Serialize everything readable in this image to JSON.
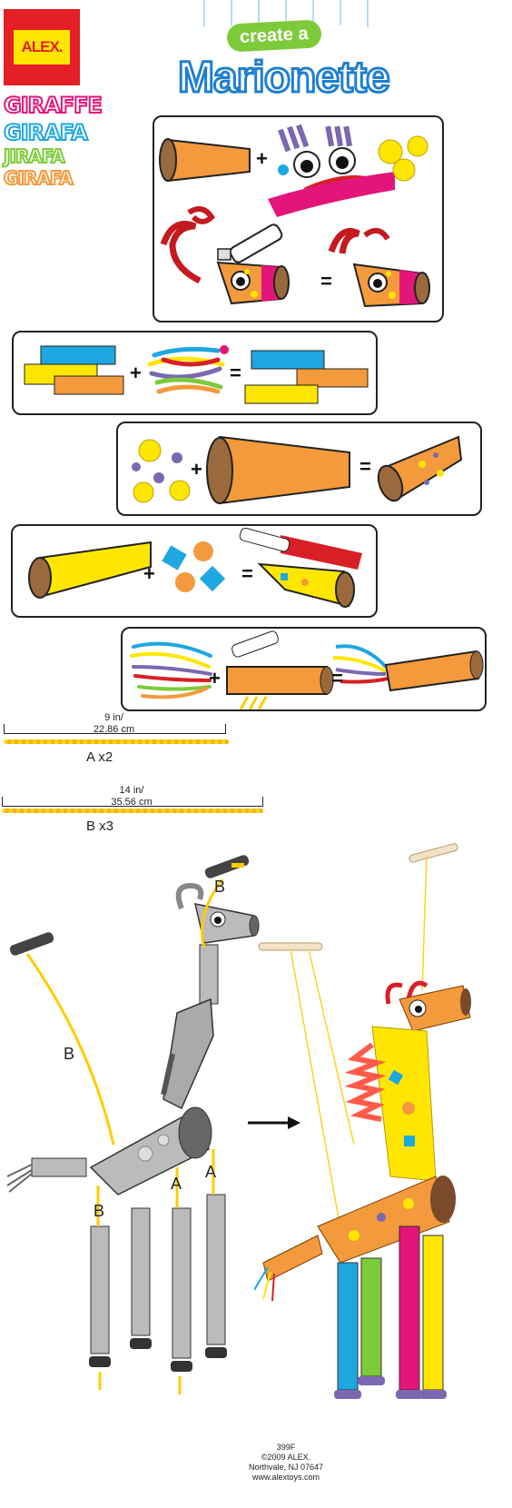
{
  "brand": {
    "logo_text": "ALEX."
  },
  "title": {
    "line1": "create a",
    "line2": "Marionette"
  },
  "names": [
    "GIRAFFE",
    "GIRAFA",
    "JIRAFA",
    "GIRAFA"
  ],
  "symbols": {
    "plus": "+",
    "equals": "="
  },
  "measures": [
    {
      "length_in": "9 in/",
      "length_cm": "22.86 cm",
      "label": "A  x2"
    },
    {
      "length_in": "14 in/",
      "length_cm": "35.56 cm",
      "label": "B x3"
    }
  ],
  "diagram_labels": {
    "b_top": "B",
    "b_left": "B",
    "b_bottom": "B",
    "a_left": "A",
    "a_right": "A"
  },
  "footer": {
    "code": "399F",
    "copyright": "©2009 ALEX.",
    "address": "Northvale, NJ 07647",
    "website": "www.alextoys.com"
  },
  "colors": {
    "orange": "#f39a3c",
    "yellow": "#ffe600",
    "blue": "#1ea7e0",
    "pink": "#e3157a",
    "purple": "#7b68b0",
    "green": "#7dcb3a",
    "red": "#d81f26"
  }
}
